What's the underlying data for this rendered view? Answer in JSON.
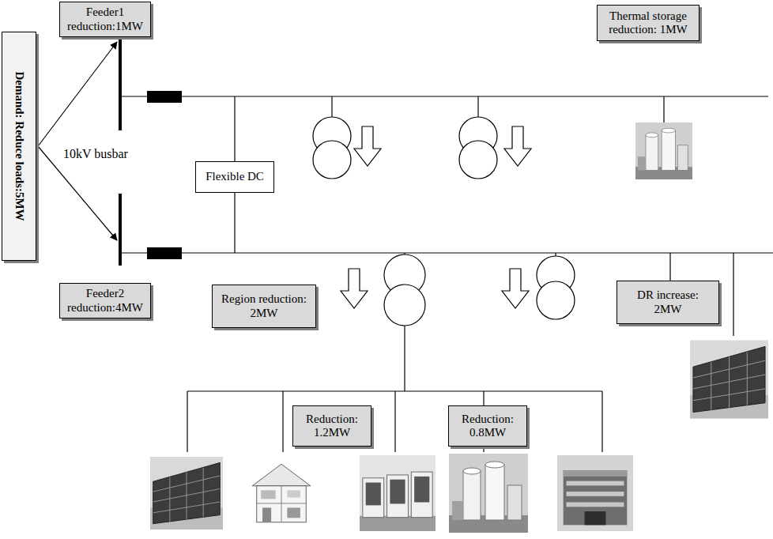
{
  "diagram": {
    "nodes": [
      {
        "text": [
          "Demand: Reduce loads:5MW"
        ]
      },
      {
        "text": [
          "Feeder1 reduction:1MW"
        ]
      },
      {
        "text": [
          "Feeder2 reduction:4MW"
        ]
      },
      {
        "text": [
          "Thermal storage reduction: 1MW"
        ]
      },
      {
        "text": [
          "Flexible DC"
        ]
      },
      {
        "text": [
          "Region reduction: 2MW"
        ]
      },
      {
        "text": [
          "DR increase: 2MW"
        ]
      },
      {
        "text": [
          "Reduction: 1.2MW"
        ]
      },
      {
        "text": [
          "Reduction: 0.8MW"
        ]
      }
    ],
    "labels": [
      "10kV busbar"
    ]
  }
}
